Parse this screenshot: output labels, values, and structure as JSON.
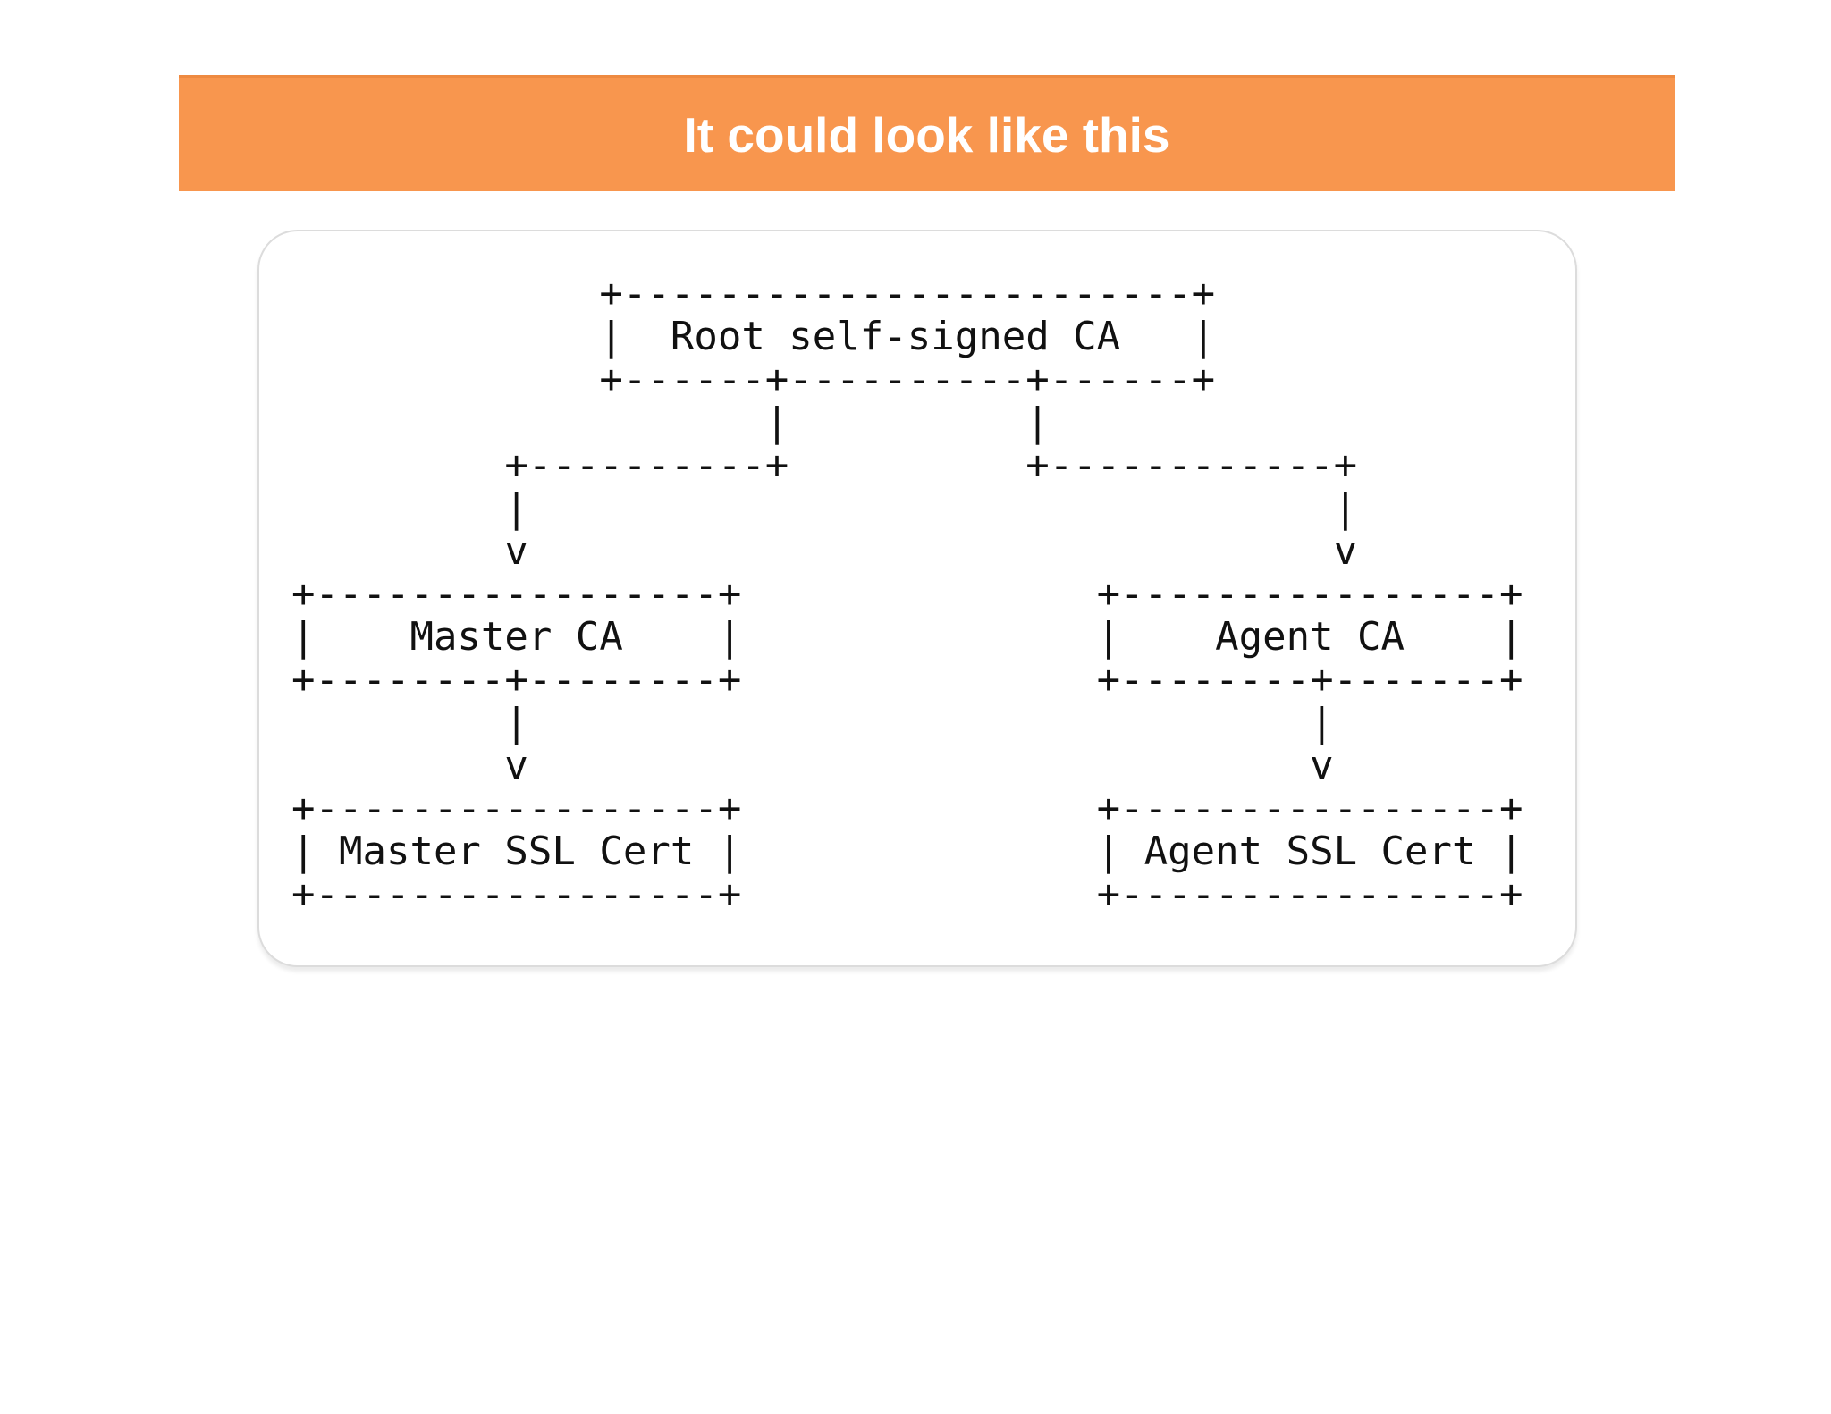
{
  "slide": {
    "title": "It could look like this"
  },
  "diagram": {
    "description": "Certificate authority hierarchy (ASCII art)",
    "nodes": [
      "Root self-signed CA",
      "Master CA",
      "Agent CA",
      "Master SSL Cert",
      "Agent SSL Cert"
    ],
    "ascii_lines": [
      "             +------------------------+",
      "             |  Root self-signed CA   |",
      "             +------+----------+------+",
      "                    |          |",
      "         +----------+          +------------+",
      "         |                                  |",
      "         v                                  v",
      "+-----------------+               +----------------+",
      "|    Master CA    |               |    Agent CA    |",
      "+--------+--------+               +--------+-------+",
      "         |                                 |",
      "         v                                 v",
      "+-----------------+               +----------------+",
      "| Master SSL Cert |               | Agent SSL Cert |",
      "+-----------------+               +----------------+"
    ]
  },
  "colors": {
    "header_bg": "#F8964E",
    "header_edge": "#EE8A41",
    "header_text": "#FFFFFF",
    "card_border": "#DCDCDC",
    "diagram_text": "#111111"
  }
}
